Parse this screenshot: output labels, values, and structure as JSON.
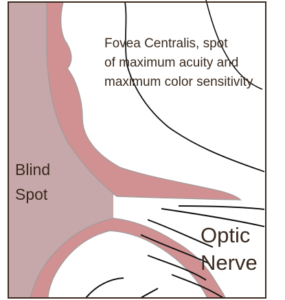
{
  "labels": {
    "fovea_line1": "Fovea Centralis, spot",
    "fovea_line2": "of maximum acuity and",
    "fovea_line3": "maximum color sensitivity",
    "blind_line1": "Blind",
    "blind_line2": "Spot",
    "optic_line1": "Optic",
    "optic_line2": "Nerve"
  },
  "colors": {
    "background": "#ffffff",
    "blind_spot_fill": "#c7a8aa",
    "retina_fill": "#d19192",
    "retina_outline": "#a89a9a",
    "fiber_stroke": "#111111",
    "frame": "#3a2a1e",
    "text": "#3a2a1e"
  }
}
